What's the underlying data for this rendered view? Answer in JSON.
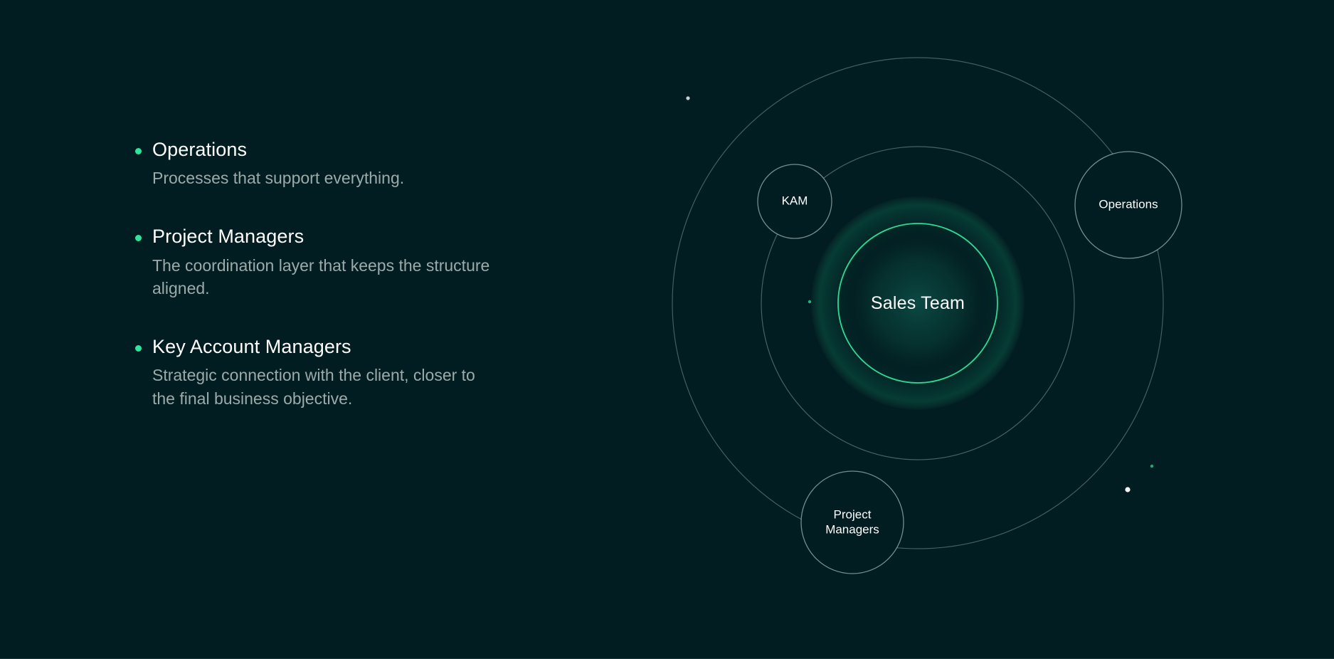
{
  "theme": {
    "background": "#021d21",
    "accent_green": "#2fe59b",
    "heading_color": "#ffffff",
    "body_color": "#9caaaa",
    "ring_color": "rgba(168,192,192,0.42)"
  },
  "features": [
    {
      "bullet": "bullet-dot",
      "title": "Operations",
      "description": "Processes that support everything."
    },
    {
      "bullet": "bullet-dot",
      "title": "Project Managers",
      "description": "The coordination layer that keeps the structure aligned."
    },
    {
      "bullet": "bullet-dot",
      "title": "Key Account Managers",
      "description": "Strategic connection with the client, closer to the final business objective."
    }
  ],
  "diagram": {
    "type": "orbit",
    "center_node": {
      "label": "Sales Team"
    },
    "satellites": [
      {
        "label": "KAM"
      },
      {
        "label": "Operations"
      },
      {
        "label": "Project\nManagers"
      }
    ]
  }
}
